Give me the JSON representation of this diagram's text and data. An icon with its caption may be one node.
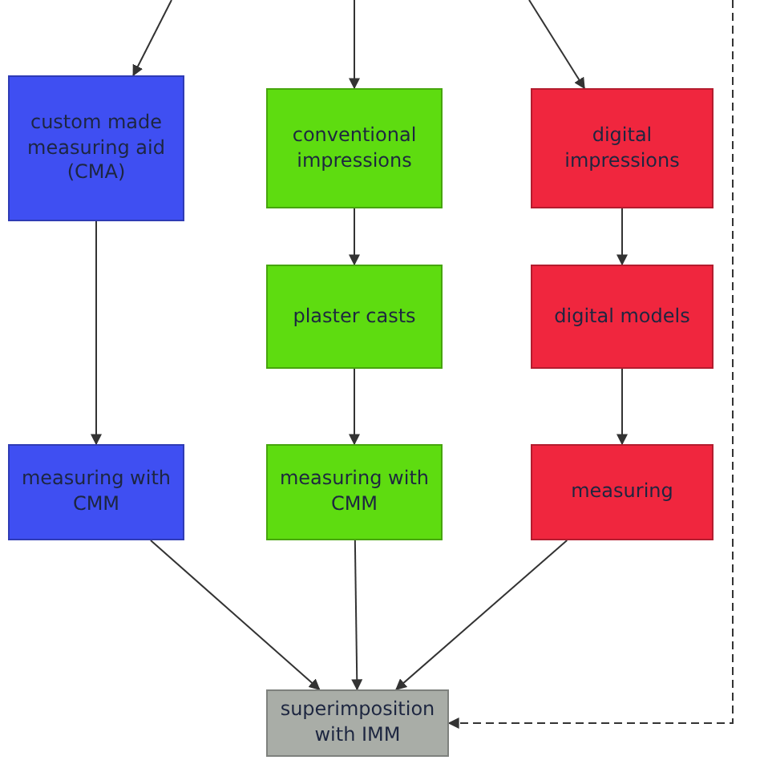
{
  "diagram": {
    "nodes": [
      {
        "text": [
          "custom made measuring aid (CMA)"
        ]
      },
      {
        "text": [
          "conventional impressions"
        ]
      },
      {
        "text": [
          "digital impressions"
        ]
      },
      {
        "text": [
          "plaster casts"
        ]
      },
      {
        "text": [
          "digital models"
        ]
      },
      {
        "text": [
          "measuring with CMM"
        ]
      },
      {
        "text": [
          "measuring with CMM"
        ]
      },
      {
        "text": [
          "measuring"
        ]
      },
      {
        "text": [
          "superimposition with IMM"
        ]
      }
    ],
    "edges": [
      {
        "from": null,
        "to": 0,
        "arrow": "to"
      },
      {
        "from": null,
        "to": 1,
        "arrow": "to"
      },
      {
        "from": null,
        "to": 2,
        "arrow": "to"
      },
      {
        "from": 0,
        "to": 5,
        "arrow": "to"
      },
      {
        "from": 1,
        "to": 3,
        "arrow": "to"
      },
      {
        "from": 2,
        "to": 4,
        "arrow": "to"
      },
      {
        "from": 3,
        "to": 6,
        "arrow": "to"
      },
      {
        "from": 4,
        "to": 7,
        "arrow": "to"
      },
      {
        "from": 5,
        "to": 8,
        "arrow": "to"
      },
      {
        "from": 6,
        "to": 8,
        "arrow": "to"
      },
      {
        "from": 7,
        "to": 8,
        "arrow": "to"
      },
      {
        "from": null,
        "to": 8,
        "arrow": "to",
        "style": "dashed"
      }
    ]
  }
}
